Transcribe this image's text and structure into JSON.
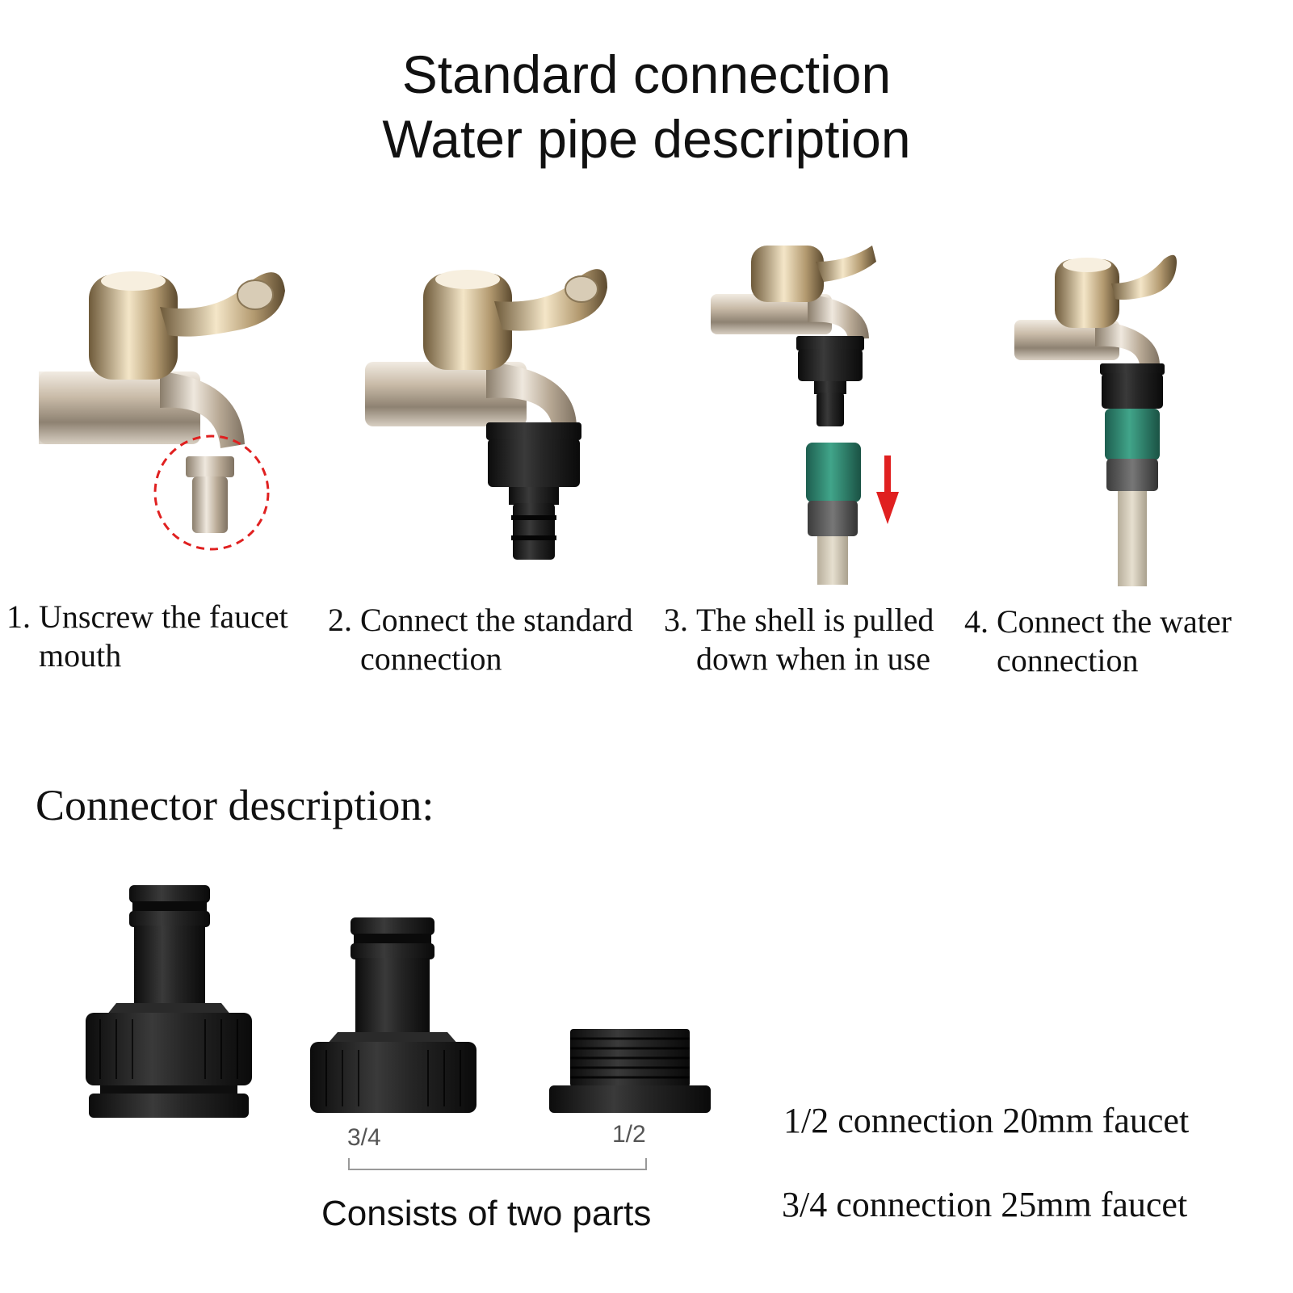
{
  "header": {
    "title_line1": "Standard connection",
    "title_line2": "Water pipe description"
  },
  "steps": [
    {
      "number": "1.",
      "line1": "Unscrew the faucet",
      "line2": "mouth"
    },
    {
      "number": "2.",
      "line1": "Connect the standard",
      "line2": "connection"
    },
    {
      "number": "3.",
      "line1": "The shell is pulled",
      "line2": "down when in use"
    },
    {
      "number": "4.",
      "line1": "Connect the water",
      "line2": "connection"
    }
  ],
  "connector": {
    "title": "Connector description:",
    "label_34": "3/4",
    "label_12": "1/2",
    "parts_caption": "Consists of two parts",
    "spec_12": "1/2 connection 20mm faucet",
    "spec_34": "3/4 connection 25mm faucet"
  },
  "colors": {
    "chrome": "#c9b9a4",
    "connector_black": "#1b1b1b",
    "green_shell": "#2f8a74",
    "hose": "#d6cfbe",
    "arrow_red": "#e02020"
  }
}
